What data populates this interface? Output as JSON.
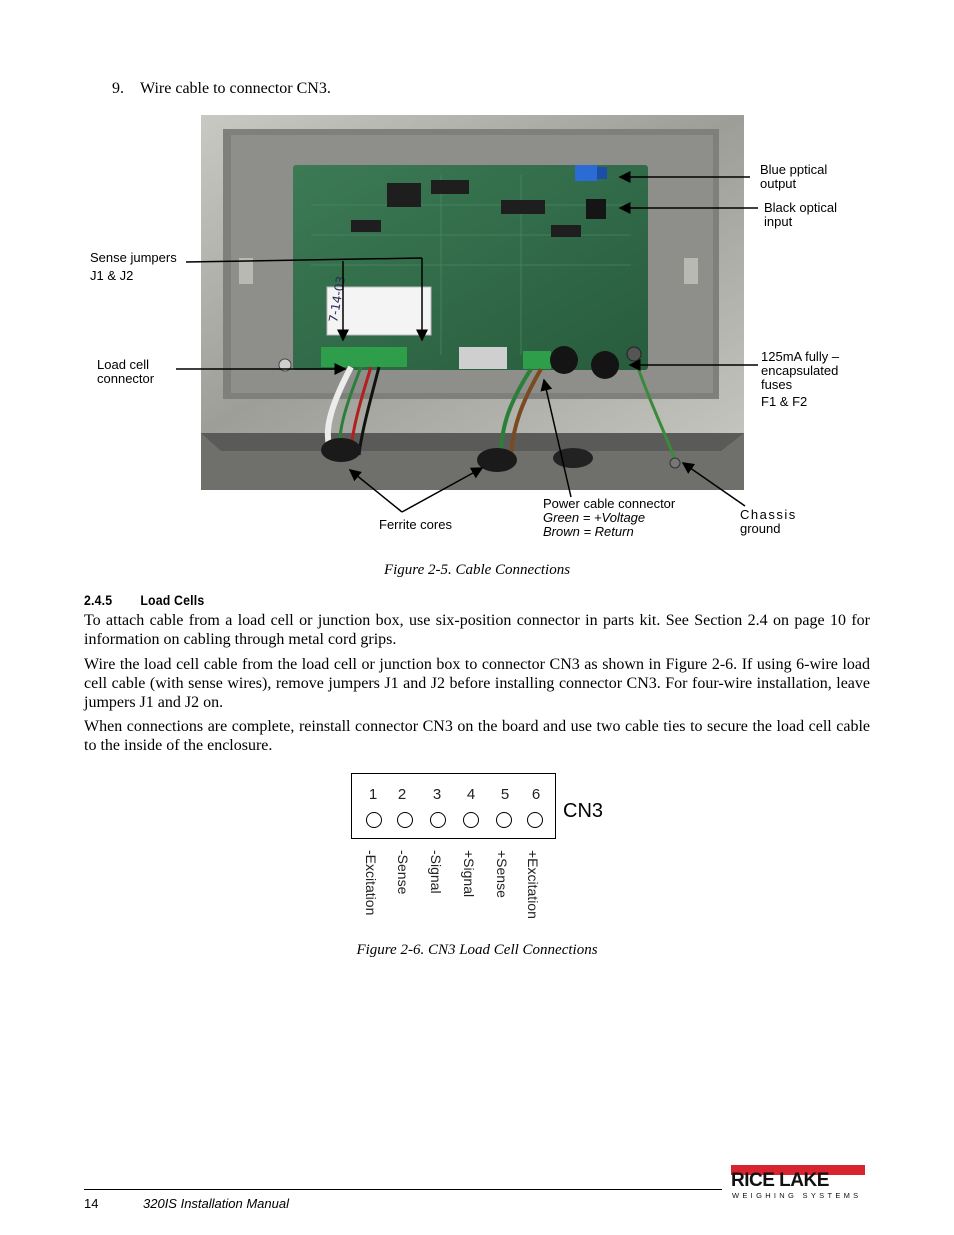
{
  "step": {
    "number": "9.",
    "text": "Wire cable to connector CN3."
  },
  "figure1": {
    "callouts": {
      "blue_optical": [
        "Blue pptical",
        "output"
      ],
      "black_optical": [
        "Black optical",
        "input"
      ],
      "sense_jumpers": [
        "Sense jumpers",
        "J1 & J2"
      ],
      "load_cell_connector": [
        "Load cell",
        "connector"
      ],
      "fuses": [
        "125mA fully –",
        "encapsulated",
        "fuses",
        "F1 & F2"
      ],
      "power_cable": {
        "title": "Power cable connector",
        "green": "Green = +Voltage",
        "brown": "Brown = Return"
      },
      "ferrite": "Ferrite cores",
      "chassis": [
        "Chassis",
        "ground"
      ]
    },
    "board_label": "7-14-03",
    "caption": "Figure 2-5. Cable Connections"
  },
  "section": {
    "number": "2.4.5",
    "title": "Load Cells",
    "paragraphs": [
      "To attach cable from a load cell or junction box, use six-position connector in parts kit. See Section 2.4 on page 10 for information on cabling through metal cord grips.",
      "Wire the load cell cable from the load cell or junction box to connector CN3 as shown in Figure 2-6. If using 6-wire load cell cable (with sense wires), remove jumpers J1 and J2 before installing connector CN3. For four-wire installation, leave jumpers J1 and J2 on.",
      "When connections are complete, reinstall connector CN3 on the board and use two cable ties to secure the load cell cable to the inside of the enclosure."
    ]
  },
  "figure2": {
    "connector_label": "CN3",
    "pins": [
      {
        "num": "1",
        "name": "-Excitation"
      },
      {
        "num": "2",
        "name": "-Sense"
      },
      {
        "num": "3",
        "name": "-Signal"
      },
      {
        "num": "4",
        "name": "+Signal"
      },
      {
        "num": "5",
        "name": "+Sense"
      },
      {
        "num": "6",
        "name": "+Excitation"
      }
    ],
    "caption": "Figure 2-6. CN3 Load Cell Connections"
  },
  "footer": {
    "page_number": "14",
    "manual_title": "320IS Installation Manual",
    "logo_main": "RICE LAKE",
    "logo_sub": "WEIGHING SYSTEMS"
  },
  "colors": {
    "logo_red": "#d9232e",
    "board_green": "#2f6b4a",
    "steel": "#a9a9a4"
  }
}
